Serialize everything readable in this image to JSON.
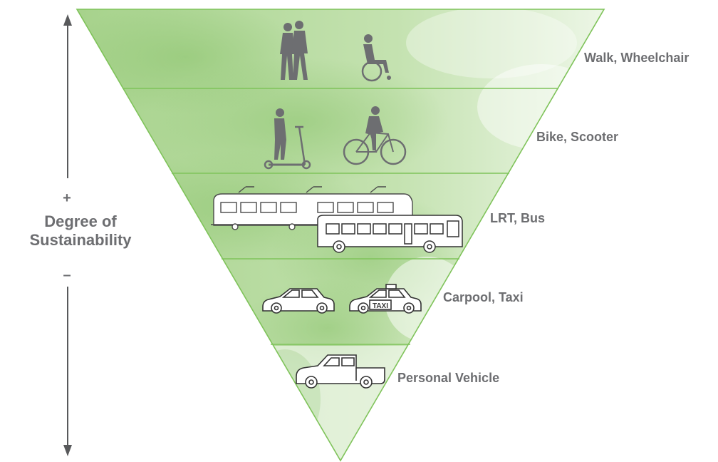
{
  "axis": {
    "plus": "+",
    "title_line1": "Degree of",
    "title_line2": "Sustainability",
    "minus": "–"
  },
  "tiers": [
    {
      "label": "Walk, Wheelchair",
      "icons": [
        "pedestrians-icon",
        "wheelchair-user-icon"
      ]
    },
    {
      "label": "Bike, Scooter",
      "icons": [
        "scooter-rider-icon",
        "cyclist-icon"
      ]
    },
    {
      "label": "LRT, Bus",
      "icons": [
        "light-rail-train-icon",
        "bus-icon"
      ]
    },
    {
      "label": "Carpool, Taxi",
      "icons": [
        "suv-icon",
        "taxi-icon"
      ]
    },
    {
      "label": "Personal Vehicle",
      "icons": [
        "pickup-truck-icon"
      ]
    }
  ],
  "taxi_sign": "TAXI",
  "colors": {
    "pyramid_outline": "#7fc35a",
    "fill_light": "#d7ebc6",
    "fill_mid": "#b5da9c",
    "fill_dark": "#97c97c",
    "figure": "#6d6e71",
    "text": "#6d6e71",
    "arrow": "#58595b"
  }
}
